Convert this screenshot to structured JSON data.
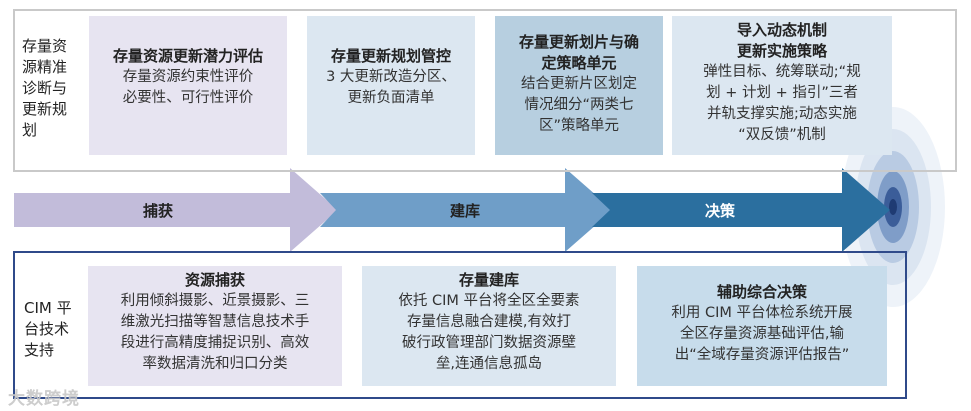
{
  "top_section": {
    "label": "存量资源精准诊断与更新规划",
    "label_lines": [
      "存量资",
      "源精准",
      "诊断与",
      "更新规",
      "划"
    ],
    "boxes": [
      {
        "title": "存量资源更新潜力评估",
        "body_lines": [
          "存量资源约束性评价",
          "必要性、可行性评价"
        ]
      },
      {
        "title": "存量更新规划管控",
        "body_lines": [
          "3 大更新改造分区、",
          "更新负面清单"
        ]
      },
      {
        "title_lines": [
          "存量更新划片与确",
          "定策略单元"
        ],
        "body_lines": [
          "结合更新片区划定",
          "情况细分“两类七",
          "区”策略单元"
        ]
      },
      {
        "title_lines": [
          "导入动态机制",
          "更新实施策略"
        ],
        "body_lines": [
          "弹性目标、统筹联动;“规",
          "划 + 计划 + 指引”三者",
          "并轨支撑实施;动态实施",
          "“双反馈”机制"
        ]
      }
    ]
  },
  "flow": {
    "stages": [
      "捕获",
      "建库",
      "决策"
    ],
    "colors": [
      "#c2bcda",
      "#6f9ec8",
      "#2b6f9f"
    ]
  },
  "bottom_section": {
    "label_lines": [
      "CIM 平",
      "台技术",
      "支持"
    ],
    "boxes": [
      {
        "title": "资源捕获",
        "body_lines": [
          "利用倾斜摄影、近景摄影、三",
          "维激光扫描等智慧信息技术手",
          "段进行高精度捕捉识别、高效",
          "率数据清洗和归口分类"
        ]
      },
      {
        "title": "存量建库",
        "body_lines": [
          "依托 CIM 平台将全区全要素",
          "存量信息融合建模,有效打",
          "破行政管理部门数据资源壁",
          "垒,连通信息孤岛"
        ]
      },
      {
        "title": "辅助综合决策",
        "body_lines": [
          "利用 CIM 平台体检系统开展",
          "全区存量资源基础评估,输",
          "出“全域存量资源评估报告”"
        ]
      }
    ]
  },
  "watermark": "大数跨境"
}
